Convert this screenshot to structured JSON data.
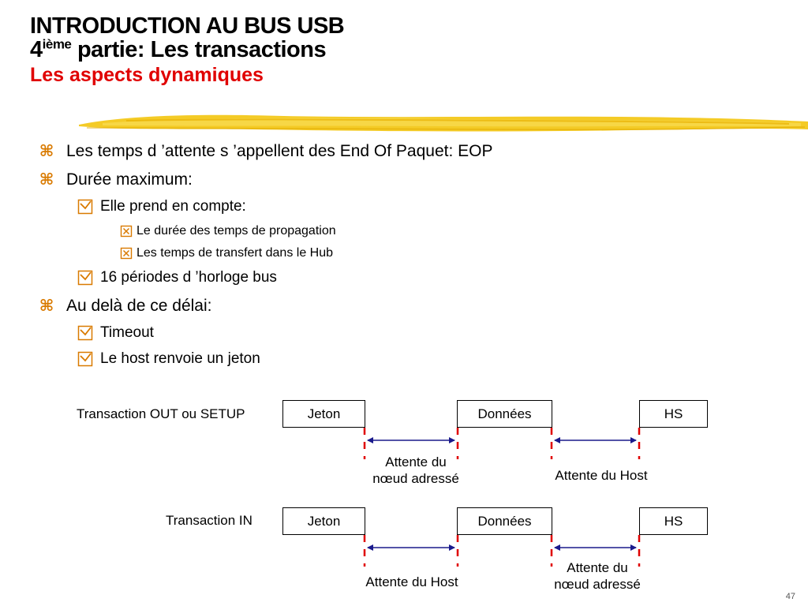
{
  "title": {
    "line1": "INTRODUCTION AU BUS USB",
    "line2_num": "4",
    "line2_sup": "ième",
    "line2_rest": " partie: Les transactions",
    "subtitle": "Les aspects dynamiques"
  },
  "bullets": [
    {
      "level": 1,
      "text": "Les temps d ’attente s ’appellent des End Of Paquet: EOP"
    },
    {
      "level": 1,
      "text": "Durée maximum:"
    },
    {
      "level": 2,
      "text": "Elle prend en compte:"
    },
    {
      "level": 3,
      "text": "Le durée des temps de propagation"
    },
    {
      "level": 3,
      "text": "Les temps de transfert dans le Hub"
    },
    {
      "level": 2,
      "text": "16 périodes d ’horloge bus"
    },
    {
      "level": 1,
      "text": "Au delà de ce délai:"
    },
    {
      "level": 2,
      "text": "Timeout"
    },
    {
      "level": 2,
      "text": "Le host renvoie un jeton"
    }
  ],
  "diagram": {
    "rows": [
      {
        "label": "Transaction OUT ou SETUP",
        "boxes": [
          "Jeton",
          "Données",
          "HS"
        ],
        "waits": [
          "Attente du\nnœud adressé",
          "Attente du Host"
        ]
      },
      {
        "label": "Transaction IN",
        "boxes": [
          "Jeton",
          "Données",
          "HS"
        ],
        "waits": [
          "Attente du Host",
          "Attente du\nnœud adressé"
        ]
      }
    ]
  },
  "colors": {
    "dash": "#e00000",
    "arrow": "#1a1a8c",
    "bullet_main": "#d97a00",
    "brush": "#f2c200"
  },
  "slide_number": "47"
}
